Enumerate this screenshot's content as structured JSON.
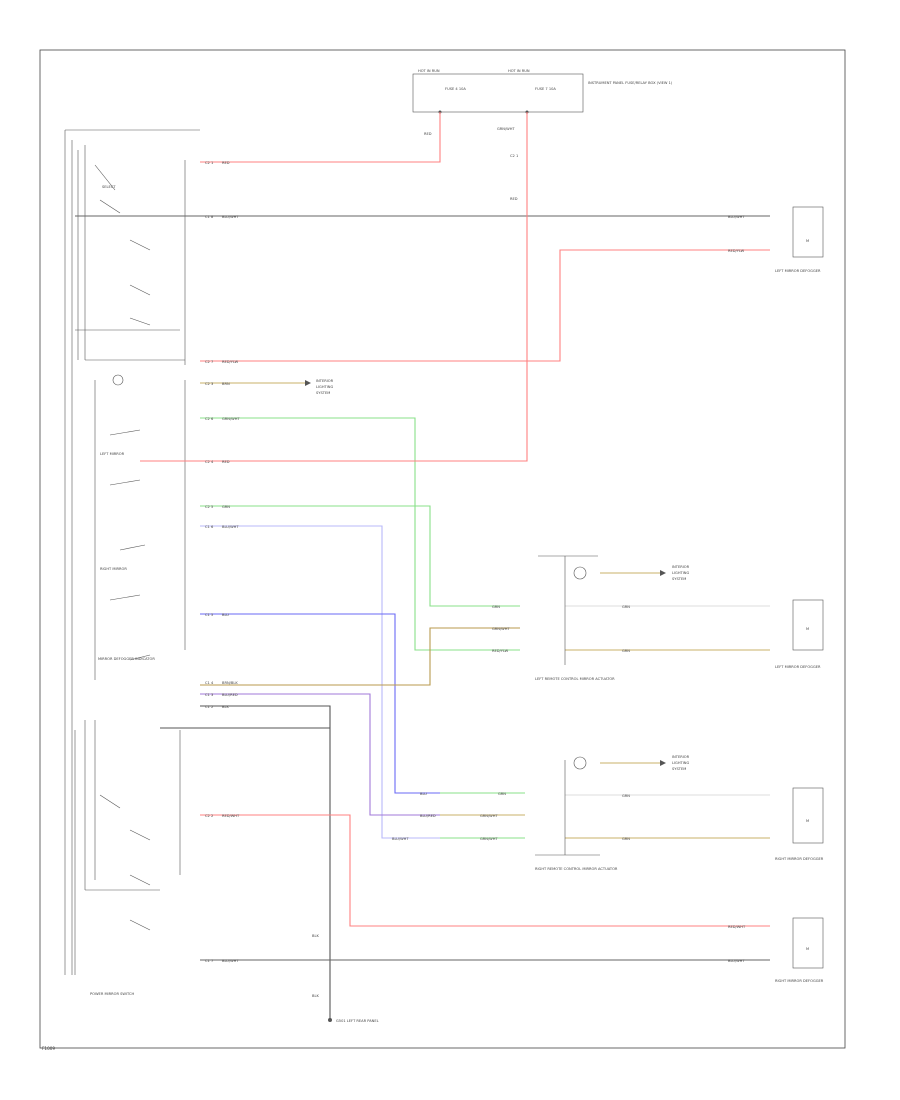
{
  "diagram": {
    "fuse_box": {
      "left_label": "HOT IN RUN",
      "right_label": "HOT IN RUN",
      "left_fuse": "FUSE 4 10A",
      "right_fuse": "FUSE 7 10A",
      "note": "INSTRUMENT PANEL FUSE/RELAY BOX (VIEW 1)"
    },
    "harness_labels": [
      "RED",
      "GRN/WHT",
      "C2 1",
      "RED"
    ],
    "switch_assembly": {
      "label": "POWER MIRROR SWITCH",
      "select_label": "SELECT",
      "left_label": "LEFT MIRROR",
      "right_label": "RIGHT MIRROR",
      "defog_label": "MIRROR DEFOGGER INDICATOR"
    },
    "pins": [
      {
        "pin": "C2 1",
        "wire": "RED"
      },
      {
        "pin": "C1 8",
        "wire": "BLU/WHT"
      },
      {
        "pin": "C2 7",
        "wire": "RED/YLW"
      },
      {
        "pin": "C2 3",
        "wire": "BRN"
      },
      {
        "pin": "C2 6",
        "wire": "GRN/WHT"
      },
      {
        "pin": "C2 4",
        "wire": "RED"
      },
      {
        "pin": "C2 5",
        "wire": "GRN"
      },
      {
        "pin": "C1 6",
        "wire": "BLU/WHT"
      },
      {
        "pin": "C1 5",
        "wire": "BLU"
      },
      {
        "pin": "C1 4",
        "wire": "BRN/BLK"
      },
      {
        "pin": "C1 3",
        "wire": "BLU/RED"
      },
      {
        "pin": "C1 2",
        "wire": "BLK"
      },
      {
        "pin": "C2 2",
        "wire": "RED/WHT"
      },
      {
        "pin": "C1 7",
        "wire": "BLU/WHT"
      }
    ],
    "dimmer_ref": [
      "INTERIOR",
      "LIGHTING",
      "SYSTEM"
    ],
    "left_mirror_motor": {
      "wires": [
        "BLU/WHT",
        "RED/YLW"
      ],
      "label": "LEFT MIRROR DEFOGGER"
    },
    "right_mirror_motor": {
      "wires": [
        "RED/WHT",
        "BLU/WHT"
      ],
      "label": "RIGHT MIRROR DEFOGGER"
    },
    "left_defog_unit": {
      "label": "LEFT REMOTE CONTROL MIRROR ACTUATOR",
      "wires_in": [
        "GRN",
        "GRN/WHT",
        "RED/YLW"
      ],
      "wires_out": [
        "GRN",
        "GRN"
      ]
    },
    "right_defog_unit": {
      "label": "RIGHT REMOTE CONTROL MIRROR ACTUATOR",
      "wires_in": [
        "BLU",
        "BLU/RED",
        "BLU/WHT"
      ],
      "wires_in_right": [
        "GRN",
        "GRN/WHT",
        "GRN/WHT"
      ],
      "wires_out": [
        "GRN",
        "GRN"
      ]
    },
    "ground": {
      "wire_upper": "BLK",
      "wire_lower": "BLK",
      "label": "G501 LEFT REAR PANEL"
    },
    "footer_code": "F1009"
  },
  "colors": {
    "red": "#ff8080",
    "green": "#88e088",
    "blue": "#6a6af5",
    "purple": "#a27ad8",
    "brown": "#b99a4e",
    "lightblue": "#b8b8f8",
    "black": "#555555"
  }
}
